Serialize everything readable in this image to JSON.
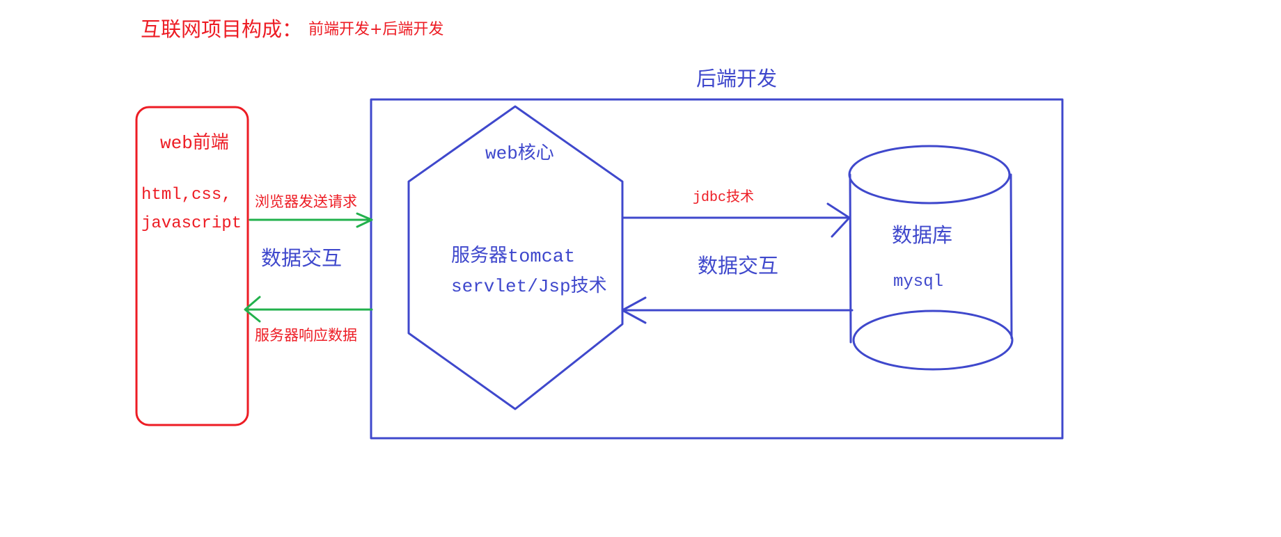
{
  "title": {
    "main": "互联网项目构成：",
    "sub": "前端开发+后端开发"
  },
  "frontend": {
    "label": "web前端",
    "tech_line1": "html,css,",
    "tech_line2": "javascript"
  },
  "browser_link": {
    "request_label": "浏览器发送请求",
    "exchange_label": "数据交互",
    "response_label": "服务器响应数据"
  },
  "backend": {
    "label": "后端开发",
    "core": {
      "label": "web核心",
      "line1": "服务器tomcat",
      "line2": "servlet/Jsp技术"
    }
  },
  "db_link": {
    "request_label": "jdbc技术",
    "exchange_label": "数据交互"
  },
  "database": {
    "label": "数据库",
    "name": "mysql"
  },
  "colors": {
    "red": "#ed1c24",
    "green": "#22b14c",
    "blue": "#3f48cc",
    "background": "#ffffff"
  }
}
